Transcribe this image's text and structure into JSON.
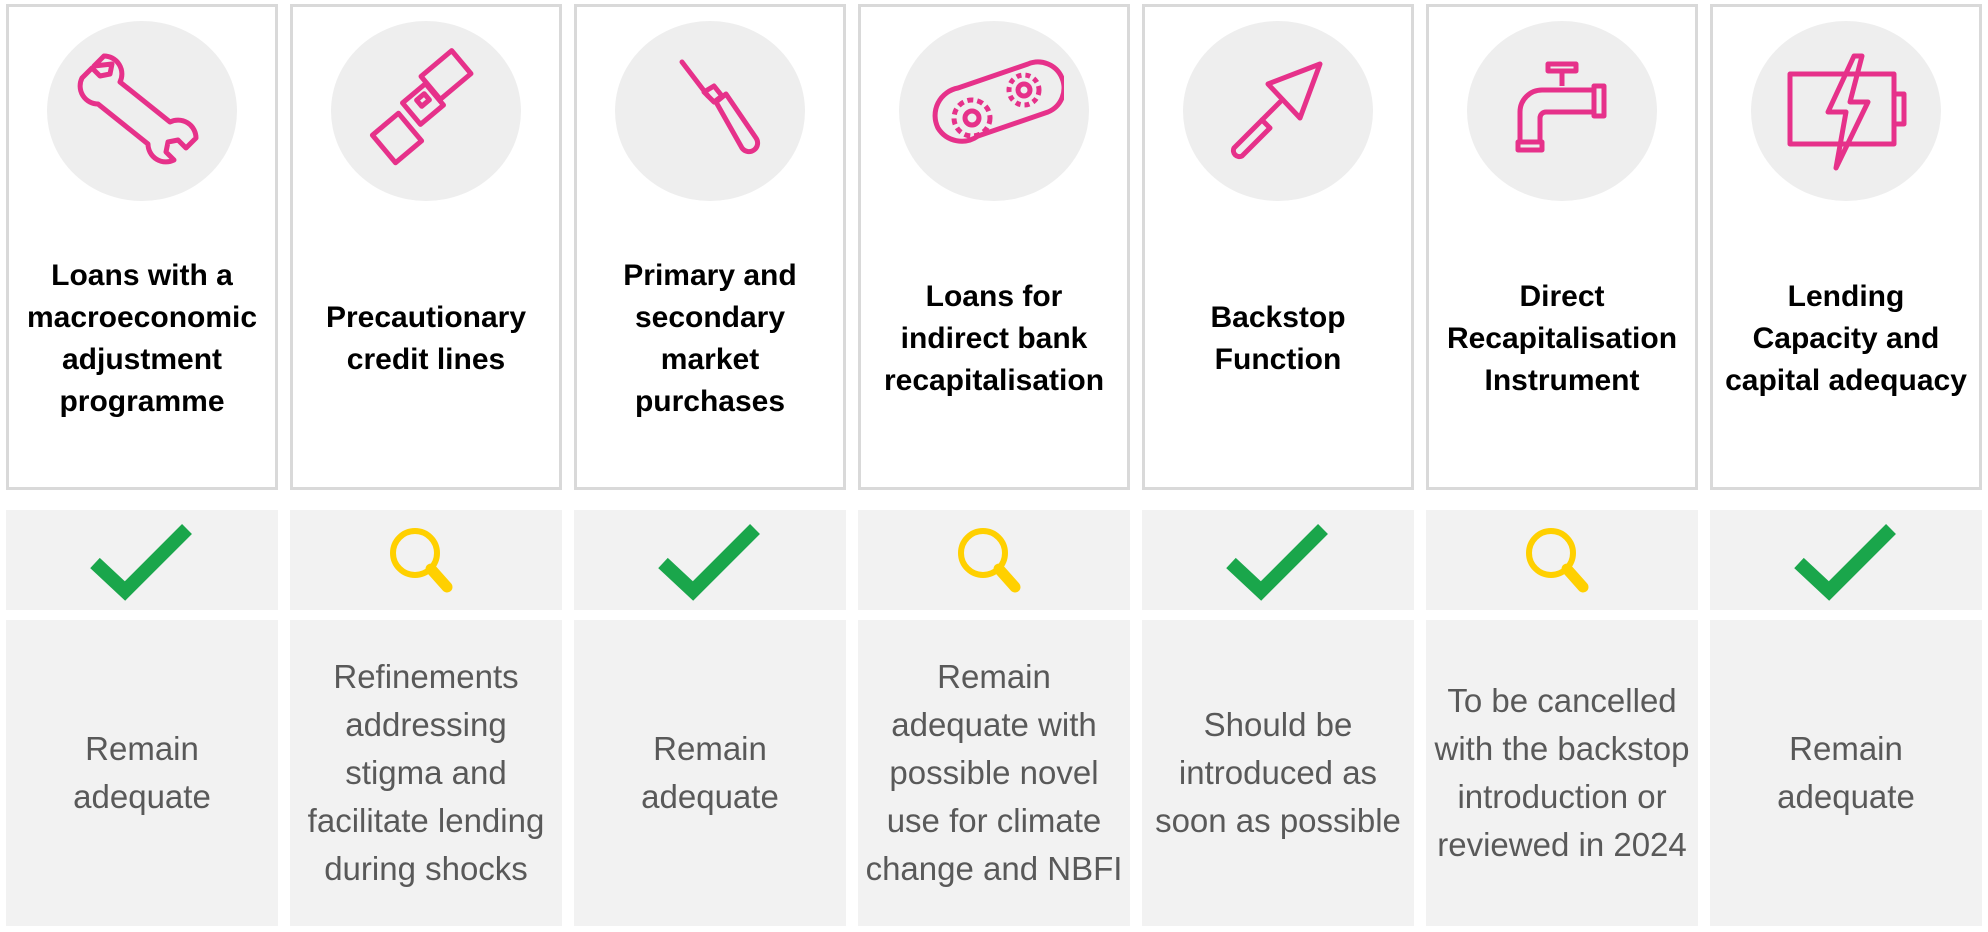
{
  "columns": [
    {
      "title": "Loans with a macroeconomic adjustment programme",
      "icon": "wrench-icon",
      "status": "check-icon",
      "note": "Remain adequate"
    },
    {
      "title": "Precautionary credit lines",
      "icon": "seatbelt-icon",
      "status": "magnifier-icon",
      "note": "Refinements addressing stigma and facilitate lending during shocks"
    },
    {
      "title": "Primary and secondary market purchases",
      "icon": "screwdriver-icon",
      "status": "check-icon",
      "note": "Remain adequate"
    },
    {
      "title": "Loans for indirect bank recapitalisation",
      "icon": "gears-icon",
      "status": "magnifier-icon",
      "note": "Remain adequate with possible novel use for climate change and NBFI"
    },
    {
      "title": "Backstop Function",
      "icon": "trowel-icon",
      "status": "check-icon",
      "note": "Should be introduced as soon as possible"
    },
    {
      "title": "Direct Recapitalisation Instrument",
      "icon": "faucet-icon",
      "status": "magnifier-icon",
      "note": "To be cancelled with the backstop introduction or reviewed in 2024"
    },
    {
      "title": "Lending Capacity and capital adequacy",
      "icon": "battery-charging-icon",
      "status": "check-icon",
      "note": "Remain adequate"
    }
  ],
  "colors": {
    "icon": "#e6318a",
    "check": "#1aa64b",
    "magnifier": "#ffd000",
    "circle": "#eeeeee",
    "panel": "#f2f2f2"
  }
}
